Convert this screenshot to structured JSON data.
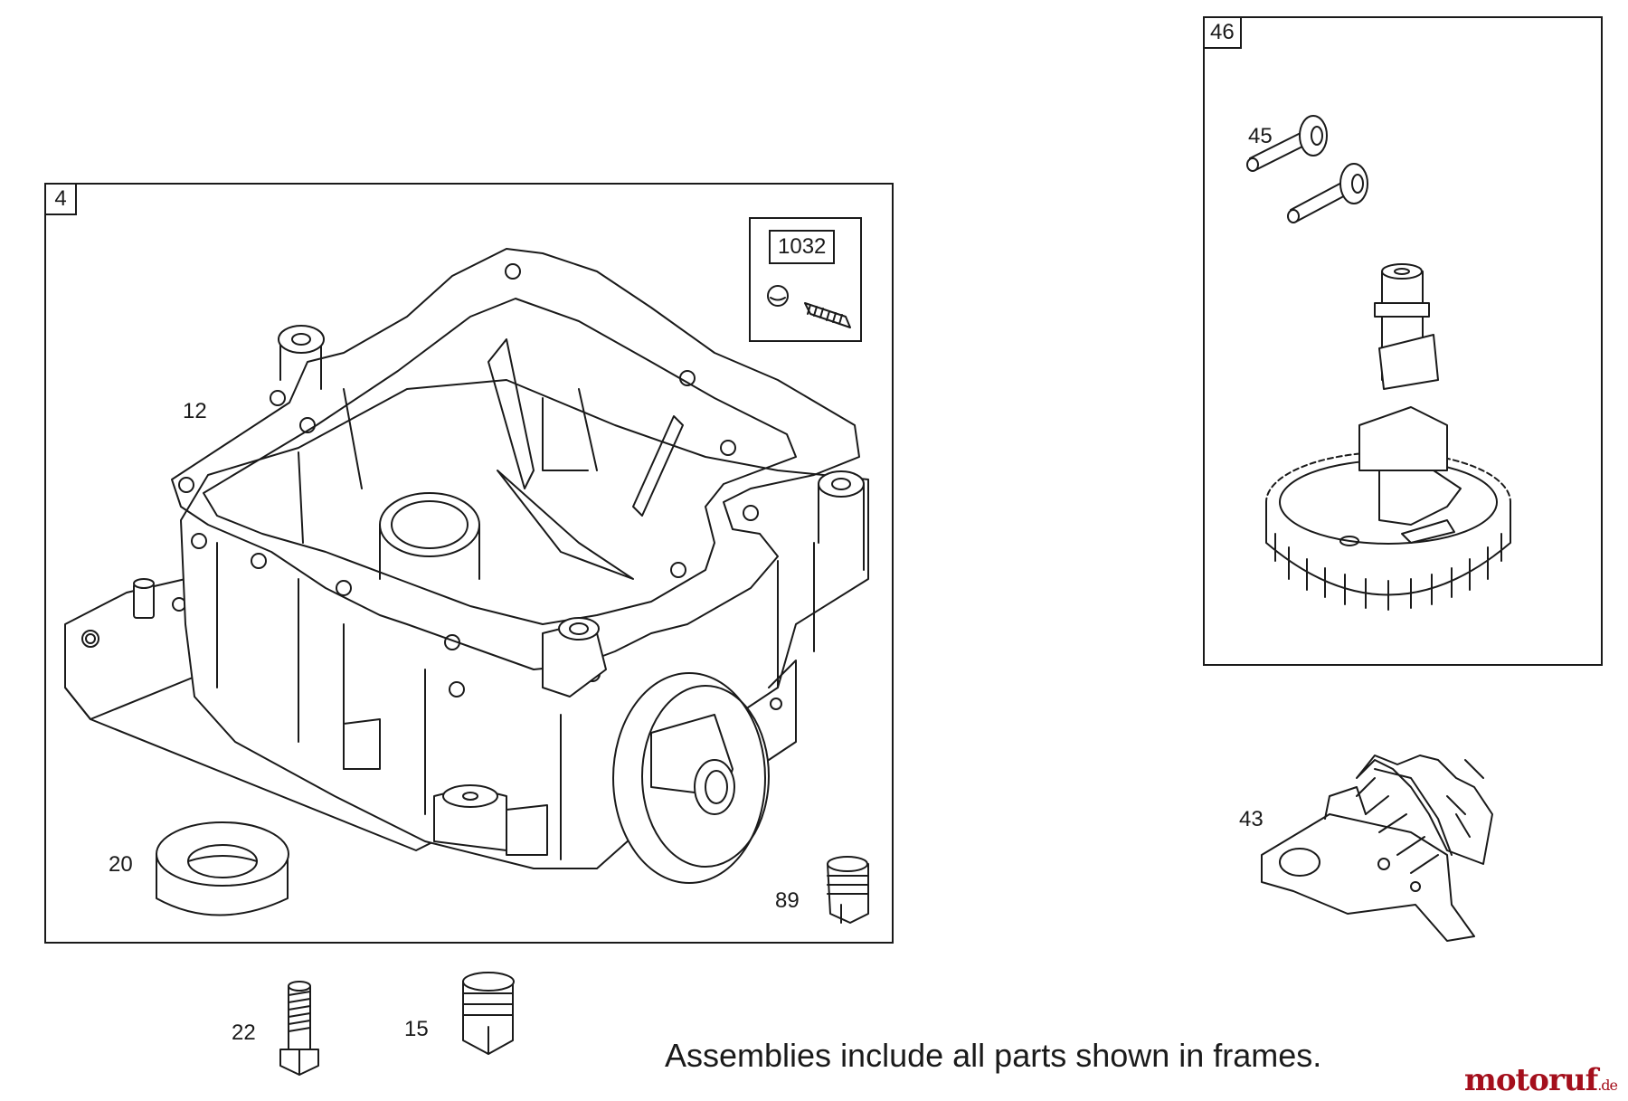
{
  "diagram": {
    "frames": {
      "oil_sump": {
        "label": "4"
      },
      "camshaft": {
        "label": "46"
      },
      "kit": {
        "label": "1032"
      }
    },
    "callouts": {
      "gasket": "12",
      "oil_seal": "20",
      "screw": "22",
      "plug_15": "15",
      "plug_89": "89",
      "lifters": "45",
      "governor": "43"
    },
    "note": "Assemblies include all parts shown in frames.",
    "watermark": {
      "name": "motoruf",
      "tld": ".de",
      "color": "#a40f1c"
    }
  }
}
